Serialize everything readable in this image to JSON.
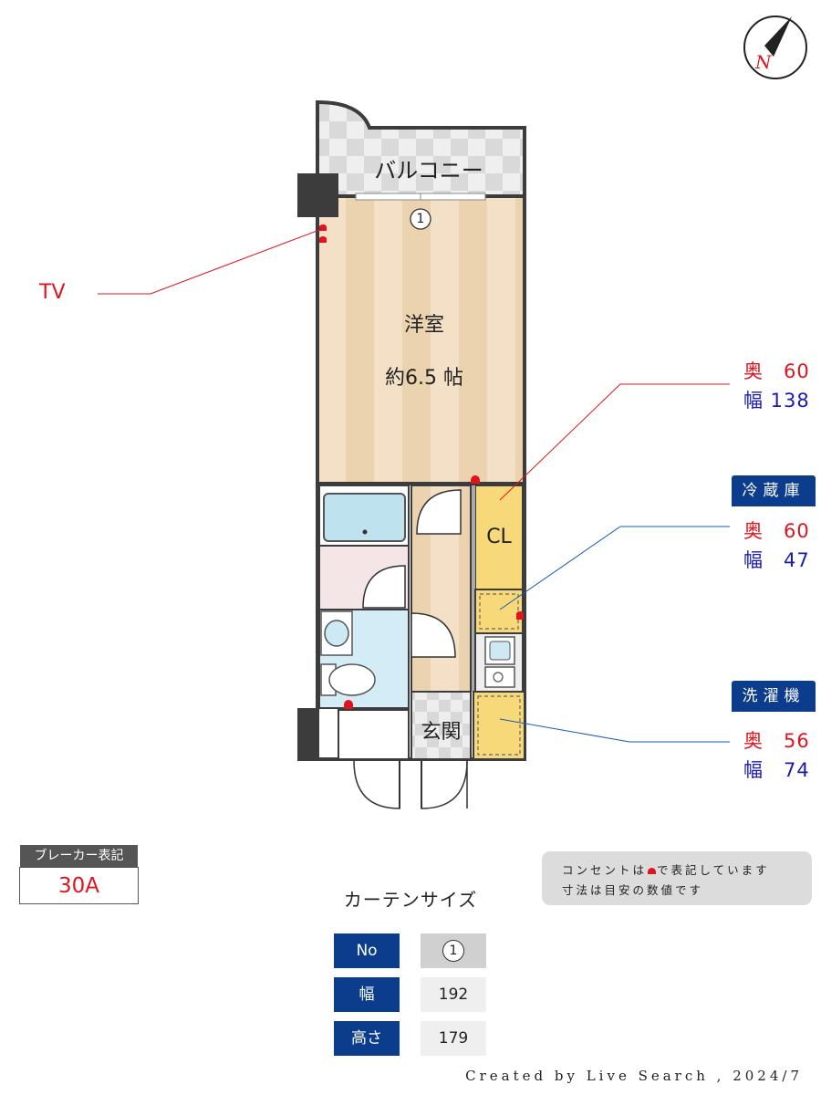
{
  "compass": {
    "letter": "N",
    "icon": "compass-north-icon"
  },
  "rooms": {
    "balcony": "バルコニー",
    "western_room": "洋室",
    "western_room_size": "約6.5 帖",
    "closet": "CL",
    "entrance": "玄関",
    "window_number": "1"
  },
  "tv_label": "TV",
  "closet_dims": {
    "depth": "奥　60",
    "width": "幅 138"
  },
  "fridge": {
    "title": "冷蔵庫",
    "depth": "奥　60",
    "width": "幅　47"
  },
  "washer": {
    "title": "洗濯機",
    "depth": "奥　56",
    "width": "幅　74"
  },
  "breaker": {
    "heading": "ブレーカー表記",
    "value": "30A"
  },
  "note": {
    "line1_before": "コンセントは",
    "line1_after": "で表記しています",
    "line2": "寸法は目安の数値です"
  },
  "curtain": {
    "title": "カーテンサイズ",
    "rows": [
      {
        "head": "No",
        "value": "1"
      },
      {
        "head": "幅",
        "value": "192"
      },
      {
        "head": "高さ",
        "value": "179"
      }
    ]
  },
  "credit": "Created by Live Search , 2024/7",
  "colors": {
    "outlet": "#e0141e",
    "navy": "#0c3c8c",
    "floor_light": "#f3e0c6",
    "floor_stripe": "#ebd3b0",
    "closet_yellow": "#f7d97a",
    "bath_blue": "#d4ecf5",
    "wall": "#3c3c3c"
  }
}
